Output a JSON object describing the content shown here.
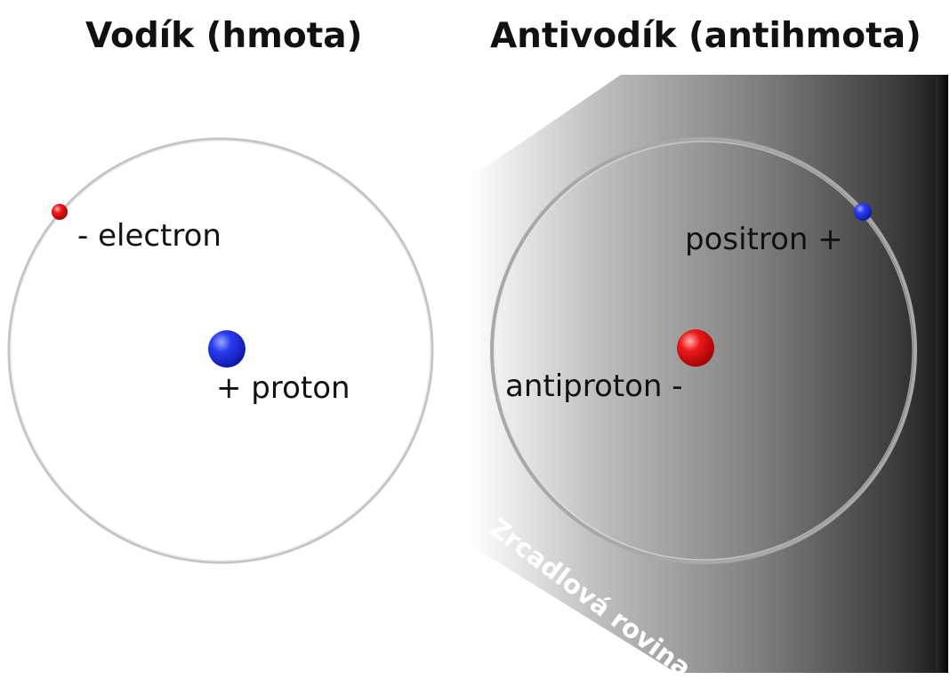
{
  "left_panel": {
    "title": "Vodík (hmota)",
    "electron_label": "- electron",
    "proton_label": "+ proton"
  },
  "right_panel": {
    "title": "Antivodík (antihmota)",
    "positron_label": "positron +",
    "antiproton_label": "antiproton -",
    "mirror_plane_label": "Zrcadlová rovina"
  },
  "colors": {
    "proton": "#1a2ee0",
    "electron": "#e01818",
    "antiproton": "#e81515",
    "positron": "#1a2ee0",
    "orbit": "#c8c8c8",
    "title_text": "#111111"
  }
}
